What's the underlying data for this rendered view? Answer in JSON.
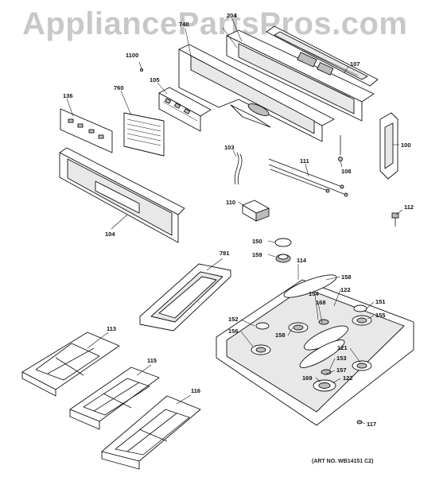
{
  "watermark": "AppliancePartsPros.com",
  "art_number": "(ART NO. WB14151 C2)",
  "callouts": {
    "c204": "204",
    "c740": "740",
    "c1100": "1100",
    "c107": "107",
    "c105": "105",
    "c760": "760",
    "c136": "136",
    "c103": "103",
    "c111": "111",
    "c108": "108",
    "c100": "100",
    "c110": "110",
    "c112": "112",
    "c104": "104",
    "c150": "150",
    "c159": "159",
    "c781": "781",
    "c114": "114",
    "c158a": "158",
    "c122a": "122",
    "c154": "154",
    "c168": "168",
    "c151": "151",
    "c155": "155",
    "c152": "152",
    "c156": "156",
    "c158b": "158",
    "c121": "121",
    "c153": "153",
    "c157": "157",
    "c169": "169",
    "c122b": "122",
    "c113": "113",
    "c115": "115",
    "c116": "116",
    "c117": "117"
  }
}
